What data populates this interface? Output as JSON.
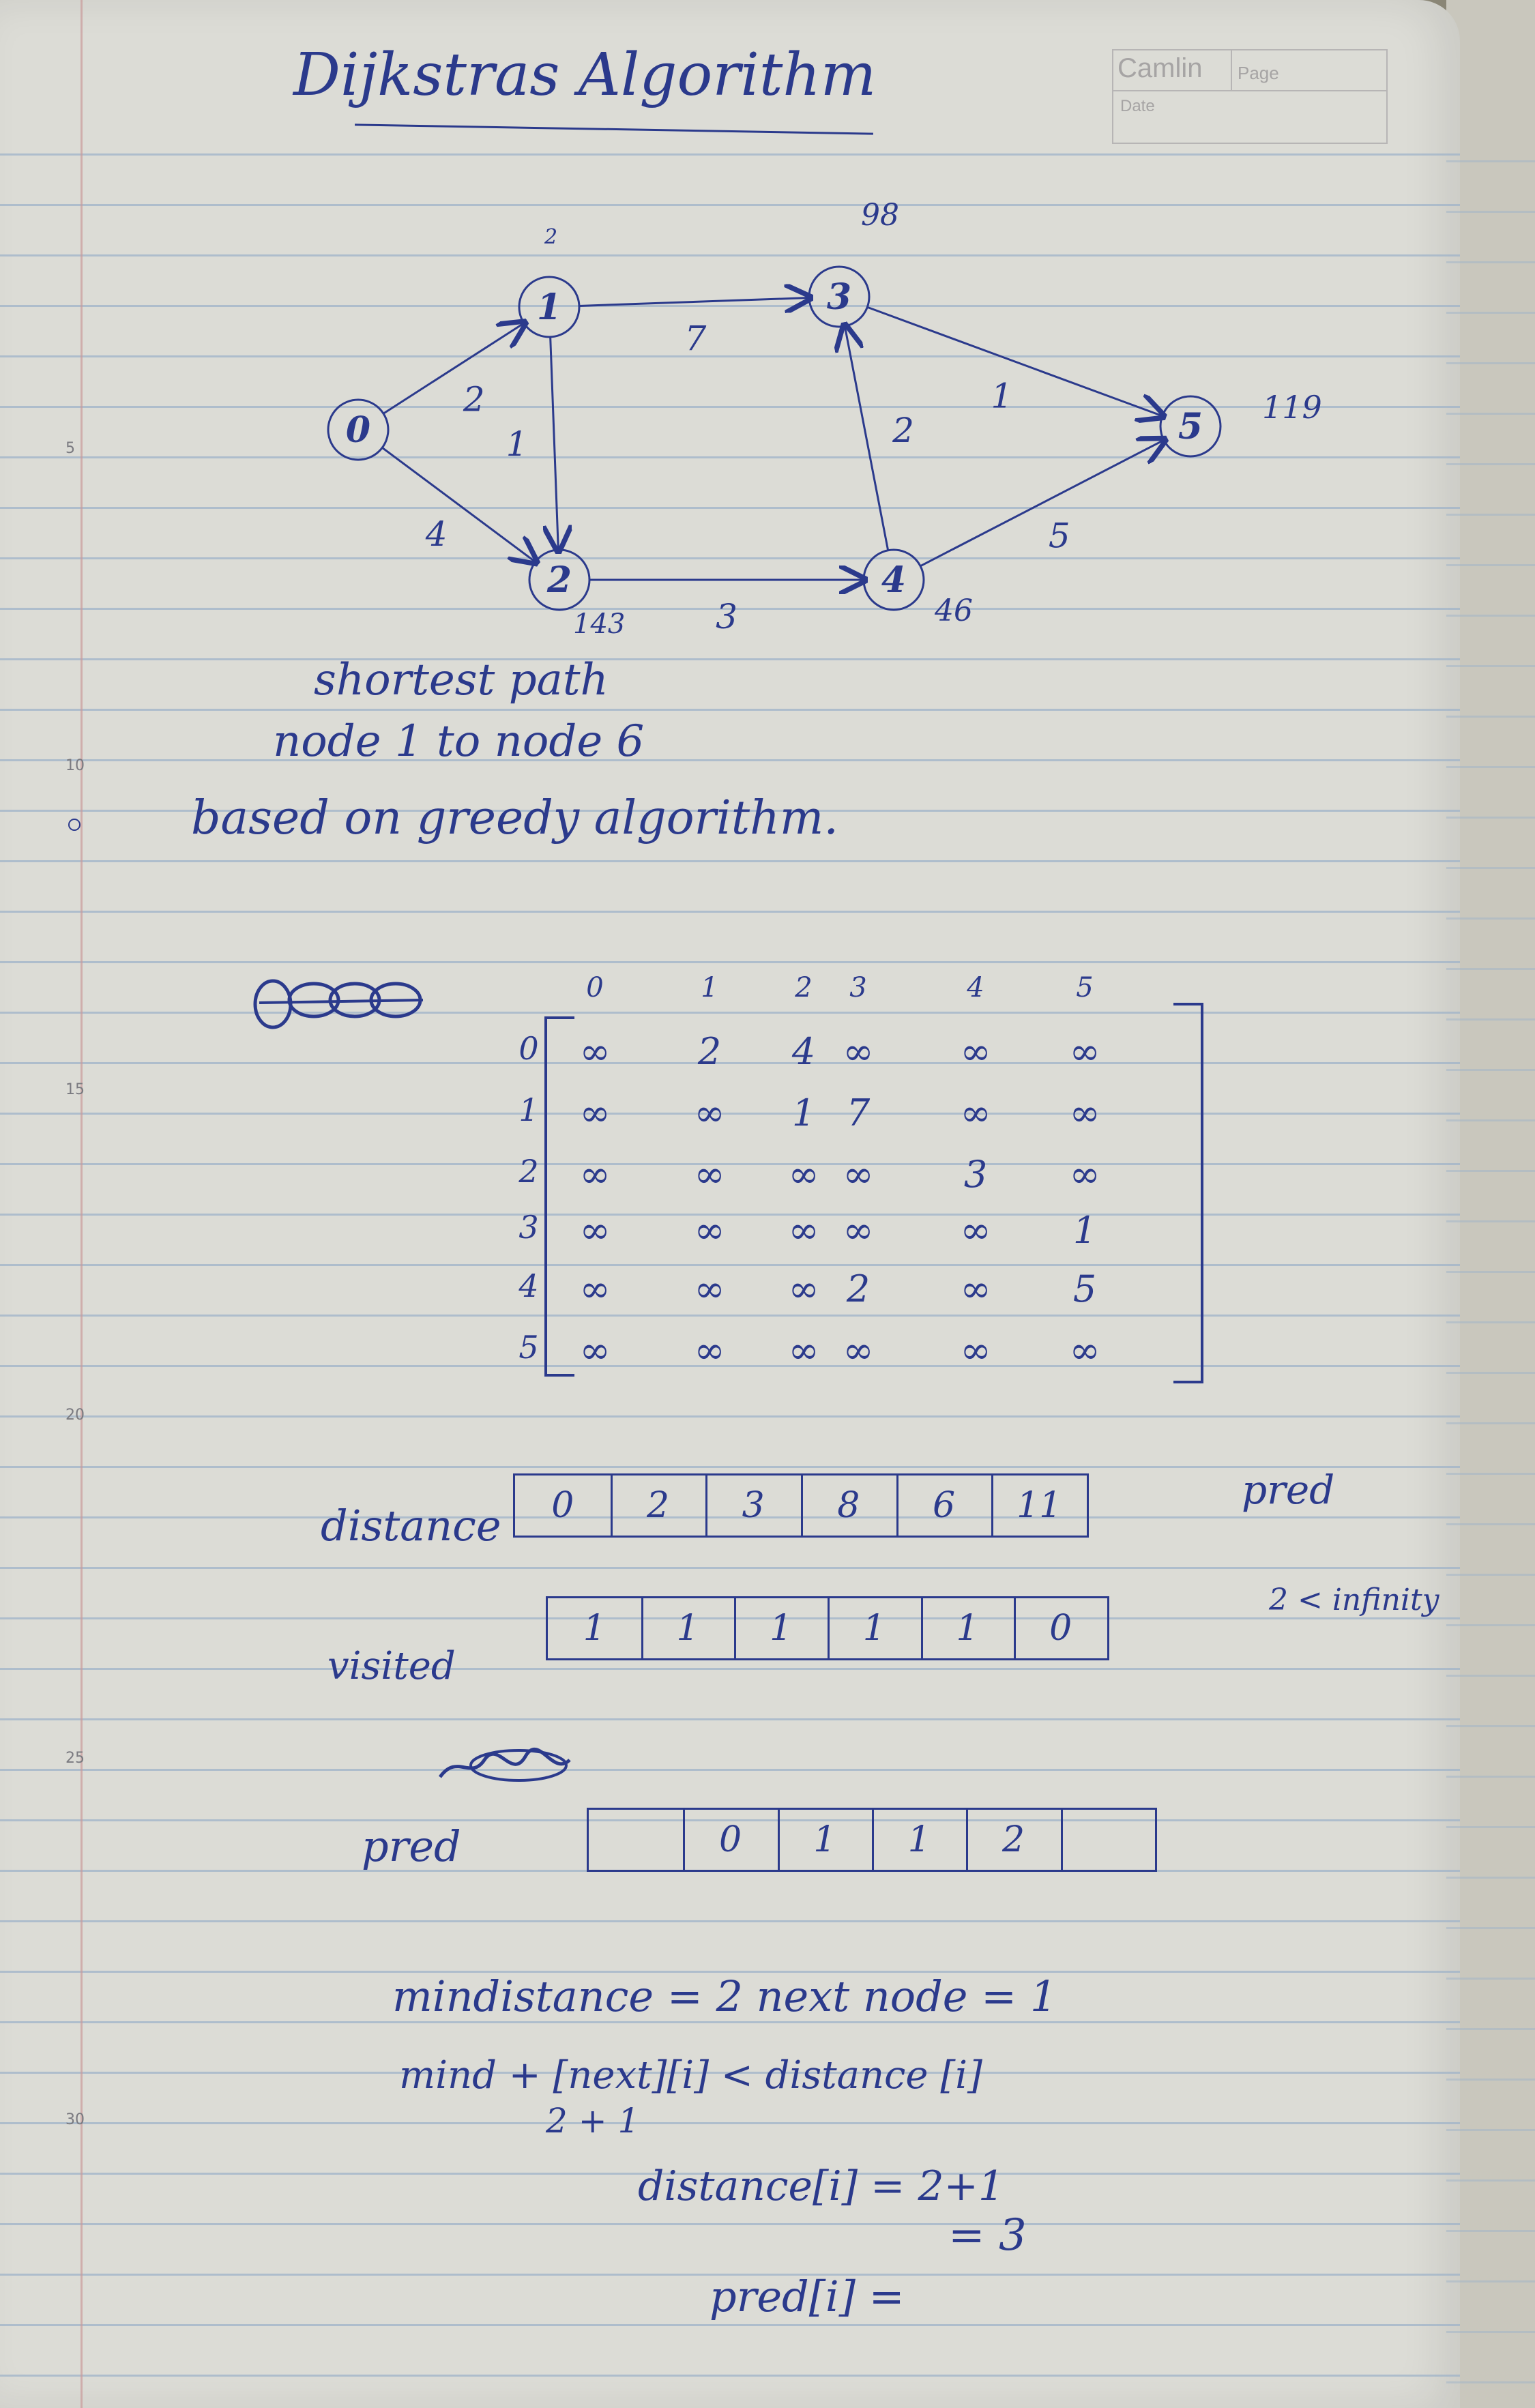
{
  "brand": {
    "name": "Camlin",
    "page_label": "Page",
    "date_label": "Date"
  },
  "line_numbers": [
    "5",
    "10",
    "15",
    "20",
    "25",
    "30"
  ],
  "heading": "Dijkstras Algorithm",
  "graph": {
    "nodes": [
      "0",
      "1",
      "2",
      "3",
      "4",
      "5"
    ],
    "edges": [
      {
        "from": "0",
        "to": "1",
        "weight": "2"
      },
      {
        "from": "0",
        "to": "2",
        "weight": "4"
      },
      {
        "from": "1",
        "to": "2",
        "weight": "1"
      },
      {
        "from": "1",
        "to": "3",
        "weight": "7"
      },
      {
        "from": "2",
        "to": "4",
        "weight": "3"
      },
      {
        "from": "4",
        "to": "3",
        "weight": "2"
      },
      {
        "from": "3",
        "to": "5",
        "weight": "1"
      },
      {
        "from": "4",
        "to": "5",
        "weight": "5"
      }
    ],
    "annotations": {
      "node1": "2",
      "node2": "143",
      "node3": "98",
      "node4": "46",
      "node5": "119"
    }
  },
  "notes": {
    "line1": "shortest path",
    "line2": "node 1 to node 6",
    "line3": "based on greedy algorithm."
  },
  "matrix": {
    "col_headers": [
      "0",
      "1",
      "2",
      "3",
      "4",
      "5"
    ],
    "row_headers": [
      "0",
      "1",
      "2",
      "3",
      "4",
      "5"
    ],
    "rows": [
      [
        "∞",
        "2",
        "4",
        "∞",
        "∞",
        "∞"
      ],
      [
        "∞",
        "∞",
        "1",
        "7",
        "∞",
        "∞"
      ],
      [
        "∞",
        "∞",
        "∞",
        "∞",
        "3",
        "∞"
      ],
      [
        "∞",
        "∞",
        "∞",
        "∞",
        "∞",
        "1"
      ],
      [
        "∞",
        "∞",
        "∞",
        "2",
        "∞",
        "5"
      ],
      [
        "∞",
        "∞",
        "∞",
        "∞",
        "∞",
        "∞"
      ]
    ]
  },
  "distance": {
    "label": "distance",
    "values": [
      "0",
      "2",
      "3",
      "8",
      "6",
      "11"
    ]
  },
  "visited": {
    "label": "visited",
    "values": [
      "1",
      "1",
      "1",
      "1",
      "1",
      "0"
    ]
  },
  "pred": {
    "label": "pred",
    "values": [
      "",
      "0",
      "1",
      "1",
      "2",
      ""
    ]
  },
  "side_notes": {
    "pred": "pred",
    "infinity": "2 < infinity"
  },
  "work": {
    "line1": "mindistance = 2     next node = 1",
    "line2_a": "mind + [next][i] < distance [i]",
    "line2_b": "2 + 1",
    "line3": "distance[i] = 2+1",
    "line4": "= 3",
    "line5": "pred[i] ="
  }
}
